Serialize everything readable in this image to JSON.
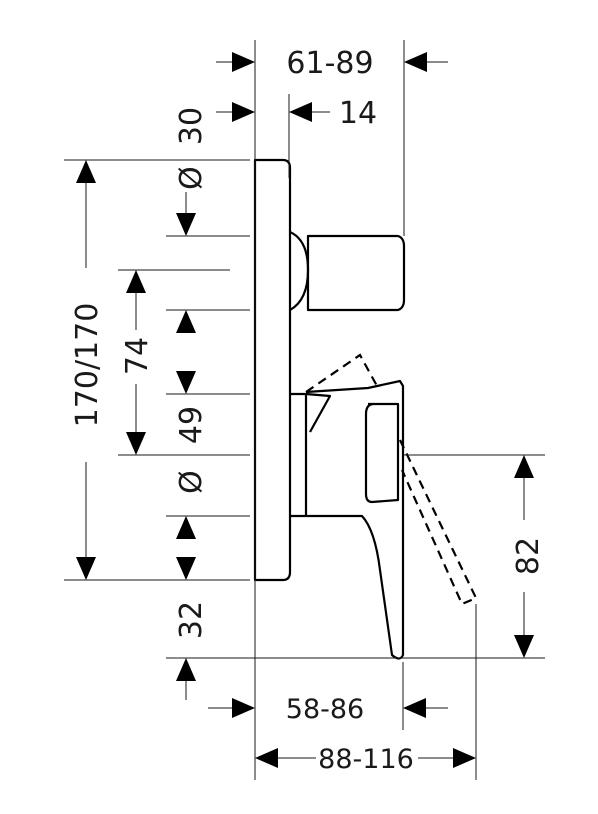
{
  "dimensions": {
    "top_projection": "61-89",
    "knob_offset": "14",
    "diameter_30_symbol": "Ø",
    "diameter_30_value": "30",
    "total_height": "170/170",
    "center_distance": "74",
    "diameter_49_symbol": "Ø",
    "diameter_49_value": "49",
    "bottom_offset": "32",
    "lever_height": "82",
    "lever_projection": "58-86",
    "total_projection": "88-116"
  }
}
